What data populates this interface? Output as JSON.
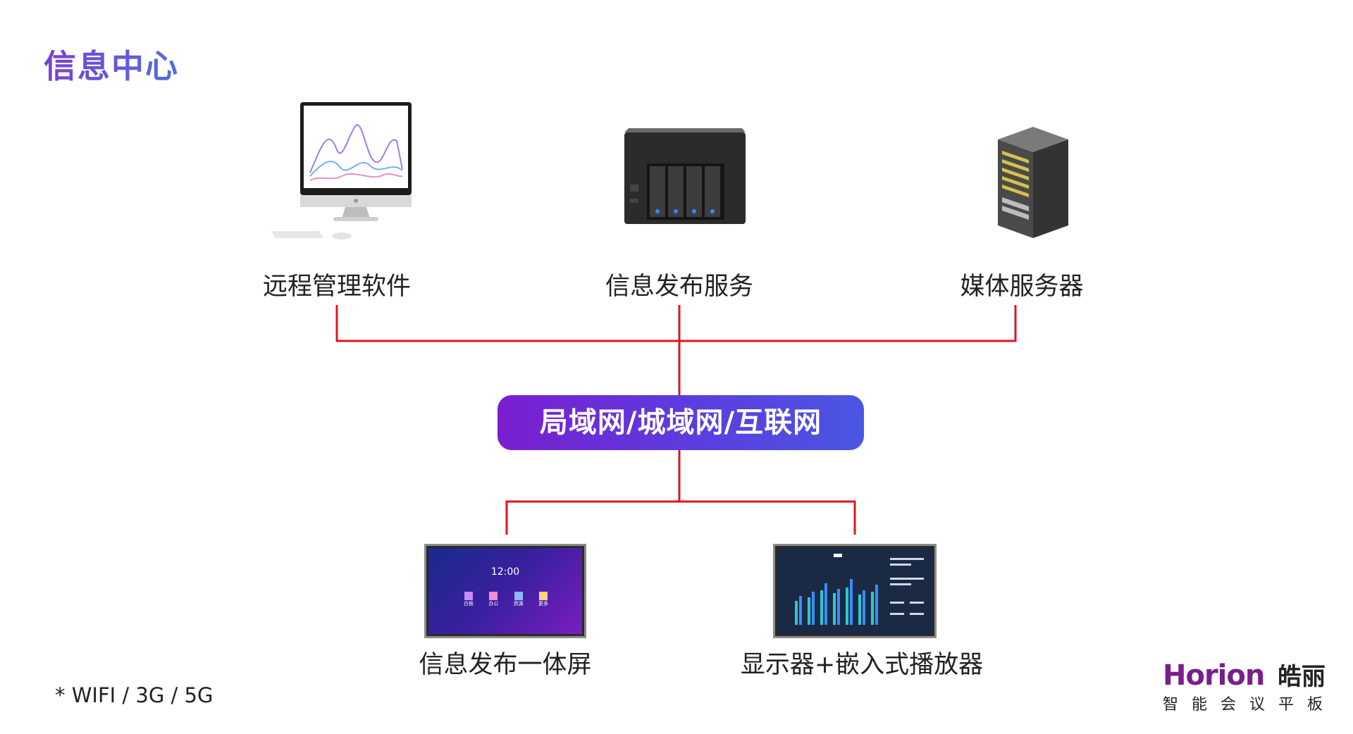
{
  "title": "信息中心",
  "top_nodes": [
    {
      "label": "远程管理软件",
      "icon": "desktop-computer-icon"
    },
    {
      "label": "信息发布服务",
      "icon": "nas-server-icon"
    },
    {
      "label": "媒体服务器",
      "icon": "rack-server-icon"
    }
  ],
  "network": {
    "label": "局域网/城域网/互联网"
  },
  "bottom_nodes": [
    {
      "label": "信息发布一体屏",
      "icon": "display-panel-icon",
      "screen": {
        "time": "12:00",
        "apps": [
          "白板",
          "办公",
          "资源",
          "更多"
        ]
      }
    },
    {
      "label": "显示器+嵌入式播放器",
      "icon": "monitor-player-icon"
    }
  ],
  "footnote": "* WIFI / 3G / 5G",
  "brand": {
    "logo": "Horion 皓丽",
    "tagline": "智能会议平板"
  },
  "colors": {
    "connector": "#e0141e",
    "title_start": "#7b3fd0",
    "title_end": "#4f6fe0",
    "pill_start": "#7a1ed0",
    "pill_end": "#4a56e2",
    "brand": "#7a1e8c"
  }
}
